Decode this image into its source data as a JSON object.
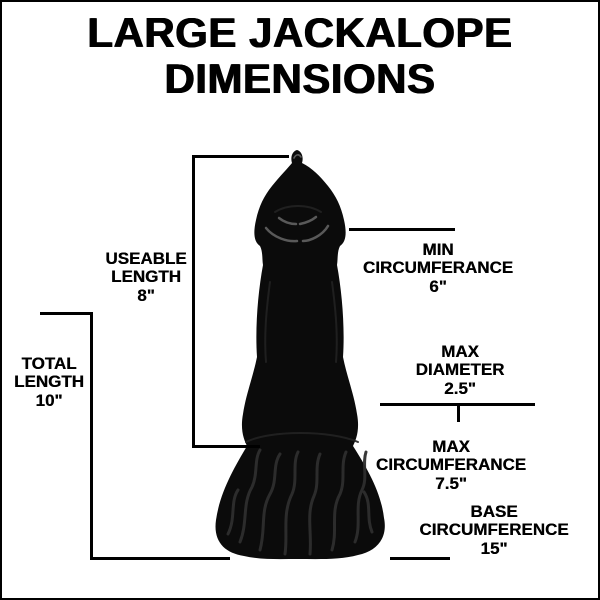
{
  "title": {
    "line1": "LARGE JACKALOPE",
    "line2": "DIMENSIONS"
  },
  "labels": {
    "useable_length": {
      "line1": "USEABLE",
      "line2": "LENGTH",
      "value": "8\""
    },
    "total_length": {
      "line1": "TOTAL",
      "line2": "LENGTH",
      "value": "10\""
    },
    "min_circumference": {
      "line1": "MIN",
      "line2": "CIRCUMFERANCE",
      "value": "6\""
    },
    "max_diameter": {
      "line1": "MAX",
      "line2": "DIAMETER",
      "value": "2.5\""
    },
    "max_circumference": {
      "line1": "MAX",
      "line2": "CIRCUMFERANCE",
      "value": "7.5\""
    },
    "base_circumference": {
      "line1": "BASE",
      "line2": "CIRCUMFERENCE",
      "value": "15\""
    }
  },
  "colors": {
    "background": "#ffffff",
    "border": "#000000",
    "dimension_line": "#000000",
    "text": "#000000",
    "product": "#0b0b0b"
  }
}
